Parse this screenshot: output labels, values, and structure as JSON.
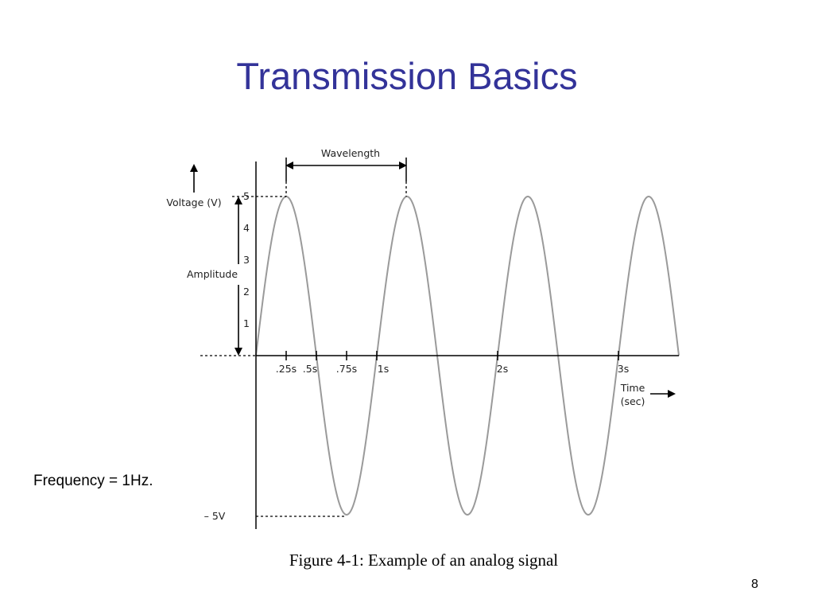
{
  "slide": {
    "title": "Transmission Basics",
    "title_color": "#333399",
    "frequency_note": "Frequency = 1Hz.",
    "caption": "Figure 4-1: Example of an analog signal",
    "page_number": "8"
  },
  "diagram": {
    "y_axis_label": "Voltage (V)",
    "x_axis_label_line1": "Time",
    "x_axis_label_line2": "(sec)",
    "wavelength_label": "Wavelength",
    "amplitude_label": "Amplitude",
    "y_ticks": [
      "1",
      "2",
      "3",
      "4",
      "5"
    ],
    "neg_peak_label": "– 5V",
    "x_ticks": [
      ".25s",
      ".5s",
      ".75s",
      "1s",
      "2s",
      "3s"
    ],
    "wave_color": "#9a9a9a"
  }
}
